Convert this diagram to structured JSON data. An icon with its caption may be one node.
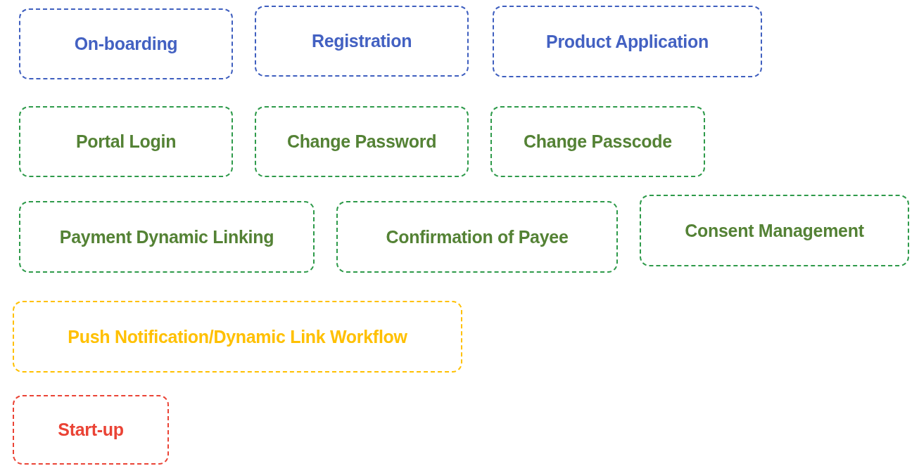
{
  "diagram": {
    "nodes": [
      {
        "text": [
          "On-boarding"
        ]
      },
      {
        "text": [
          "Registration"
        ]
      },
      {
        "text": [
          "Product Application"
        ]
      },
      {
        "text": [
          "Portal Login"
        ]
      },
      {
        "text": [
          "Change Password"
        ]
      },
      {
        "text": [
          "Change Passcode"
        ]
      },
      {
        "text": [
          "Payment Dynamic Linking"
        ]
      },
      {
        "text": [
          "Confirmation of Payee"
        ]
      },
      {
        "text": [
          "Consent Management"
        ]
      },
      {
        "text": [
          "Push Notification/Dynamic Link Workflow"
        ]
      },
      {
        "text": [
          "Start-up"
        ]
      }
    ]
  }
}
